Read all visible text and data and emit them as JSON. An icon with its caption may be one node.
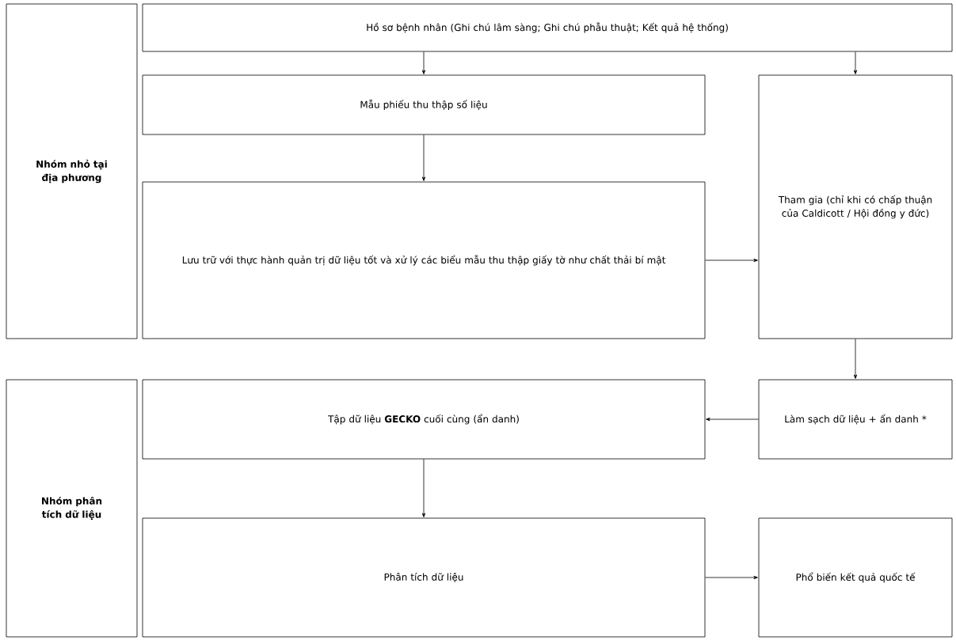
{
  "diagram": {
    "nodes": [
      {
        "text": [
          "Nhóm nhỏ tại địa phương"
        ]
      },
      {
        "text": [
          "Hồ sơ bệnh nhân (Ghi chú lâm sàng; Ghi chú phẫu thuật; Kết quả hệ thống)"
        ]
      },
      {
        "text": [
          "Mẫu phiếu thu thập số liệu"
        ]
      },
      {
        "text": [
          "Lưu trữ với thực hành quản trị dữ liệu tốt và xử lý các biểu mẫu thu thập giấy tờ như chất thải bí mật"
        ]
      },
      {
        "text": [
          "Tham gia (chỉ khi có chấp thuận của Caldicott / Hội đồng y đức)"
        ]
      },
      {
        "text": [
          "Nhóm phân tích dữ liệu"
        ]
      },
      {
        "text": [
          "Tập dữ liệu **GECKO** cuối cùng (ẩn danh)"
        ]
      },
      {
        "text": [
          "Làm sạch dữ liệu + ẩn danh *"
        ]
      },
      {
        "text": [
          "Phân tích dữ liệu"
        ]
      },
      {
        "text": [
          "Phổ biến kết quả quốc tế"
        ]
      }
    ],
    "edges": [
      {
        "from": 1,
        "to": 2,
        "arrow": "to"
      },
      {
        "from": 1,
        "to": 4,
        "arrow": "to"
      },
      {
        "from": 2,
        "to": 3,
        "arrow": "to"
      },
      {
        "from": 3,
        "to": 4,
        "arrow": "to"
      },
      {
        "from": 4,
        "to": 7,
        "arrow": "to"
      },
      {
        "from": 7,
        "to": 6,
        "arrow": "to"
      },
      {
        "from": 6,
        "to": 8,
        "arrow": "to"
      },
      {
        "from": 8,
        "to": 9,
        "arrow": "to"
      }
    ]
  }
}
